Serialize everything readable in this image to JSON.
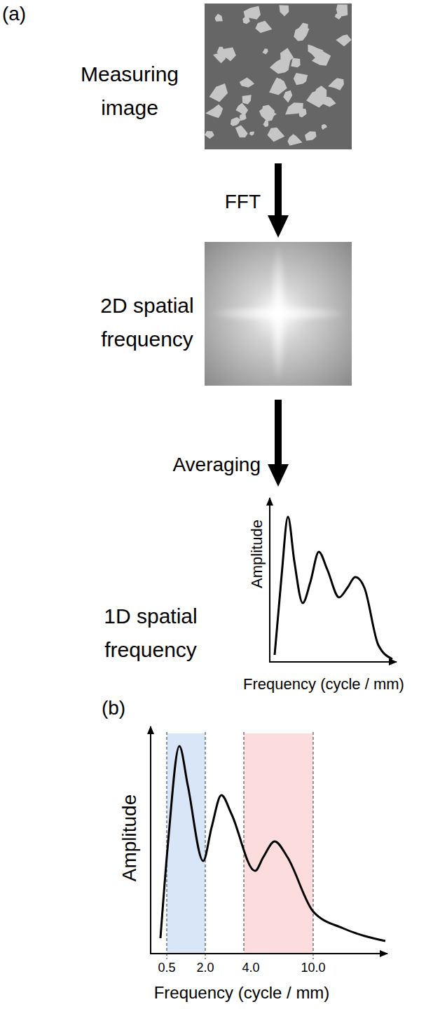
{
  "diagram": {
    "nodes": [
      {
        "text": [
          "Measuring image"
        ]
      },
      {
        "text": [
          "2D spatial frequency"
        ]
      },
      {
        "text": [
          "1D spatial frequency"
        ]
      }
    ],
    "edges": [
      {
        "from": 0,
        "to": 1,
        "label": "FFT",
        "arrow": "to"
      },
      {
        "from": 1,
        "to": 2,
        "label": "Averaging",
        "arrow": "to"
      }
    ],
    "labels": [
      "(a)",
      "Amplitude",
      "Frequency (cycle / mm)",
      "(b)",
      "Amplitude",
      "0.5",
      "2.0",
      "4.0",
      "10.0",
      "Frequency (cycle / mm)"
    ]
  }
}
